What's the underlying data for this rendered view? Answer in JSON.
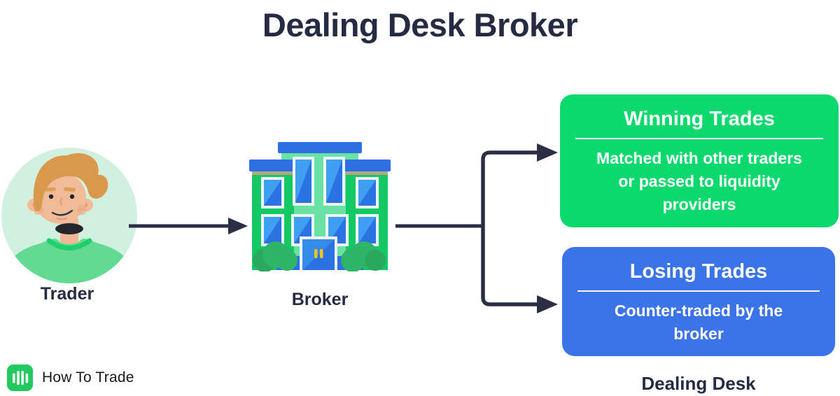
{
  "title": "Dealing Desk Broker",
  "flow": {
    "trader_label": "Trader",
    "broker_label": "Broker"
  },
  "outcomes": {
    "winning": {
      "title": "Winning Trades",
      "description": "Matched with other traders\nor passed to liquidity\nproviders"
    },
    "losing": {
      "title": "Losing Trades",
      "description": "Counter-traded by the\nbroker"
    },
    "group_label": "Dealing Desk"
  },
  "brand": {
    "name": "How To Trade"
  },
  "colors": {
    "ink_navy": "#262b44",
    "accent_green": "#0bd96d",
    "accent_blue": "#3b74e8",
    "avatar_background": "#d2f0e0",
    "building_wing_green": "#12c965",
    "building_tower_green": "#69e2a4",
    "building_roof_blue": "#2e6fe3",
    "logo_green": "#21c95e",
    "text_on_boxes": "#ffffff"
  },
  "icons": {
    "trader_avatar": "person-avatar-icon",
    "broker_building": "office-building-icon",
    "arrow_trader_to_broker": "arrow-right-icon",
    "branch_connector": "fork-arrows-icon",
    "brand_logo": "chart-bars-icon"
  }
}
